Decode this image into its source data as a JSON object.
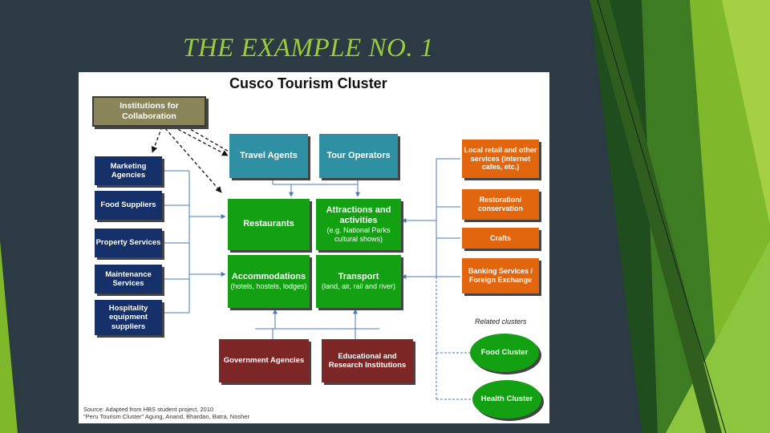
{
  "slide": {
    "title": "THE EXAMPLE NO. 1",
    "colors": {
      "background": "#2b3a43",
      "title": "#9ccc3c",
      "accent_green": "#7fb82a"
    }
  },
  "diagram": {
    "title": "Cusco Tourism Cluster",
    "institutions": "Institutions for Collaboration",
    "left_suppliers": [
      "Marketing Agencies",
      "Food Suppliers",
      "Property Services",
      "Maintenance Services",
      "Hospitality equipment suppliers"
    ],
    "top_boxes": [
      "Travel Agents",
      "Tour Operators"
    ],
    "core": {
      "restaurants": {
        "label": "Restaurants"
      },
      "attractions": {
        "label": "Attractions and activities",
        "sub": "(e.g. National Parks cultural shows)"
      },
      "accommodations": {
        "label": "Accommodations",
        "sub": "(hotels, hostels, lodges)"
      },
      "transport": {
        "label": "Transport",
        "sub": "(land, air, rail and river)"
      }
    },
    "right_services": [
      "Local retail and other services (internet cafes, etc.)",
      "Restoration/ conservation",
      "Crafts",
      "Banking Services / Foreign Exchange"
    ],
    "bottom_boxes": [
      "Government Agencies",
      "Educational and Research Institutions"
    ],
    "related_clusters": {
      "heading": "Related clusters",
      "items": [
        "Food Cluster",
        "Health Cluster"
      ]
    },
    "source": {
      "line1": "Source:  Adapted from HBS student project, 2010",
      "line2": "\"Peru Tourism Cluster\" Agung, Anand, Bhardan, Batra, Nosher"
    },
    "colors": {
      "olive": "#8a8558",
      "navy": "#16306a",
      "teal": "#2f8fa3",
      "green": "#13a012",
      "orange": "#e1660e",
      "maroon": "#7d2626",
      "connector": "#4a7bb5"
    }
  }
}
